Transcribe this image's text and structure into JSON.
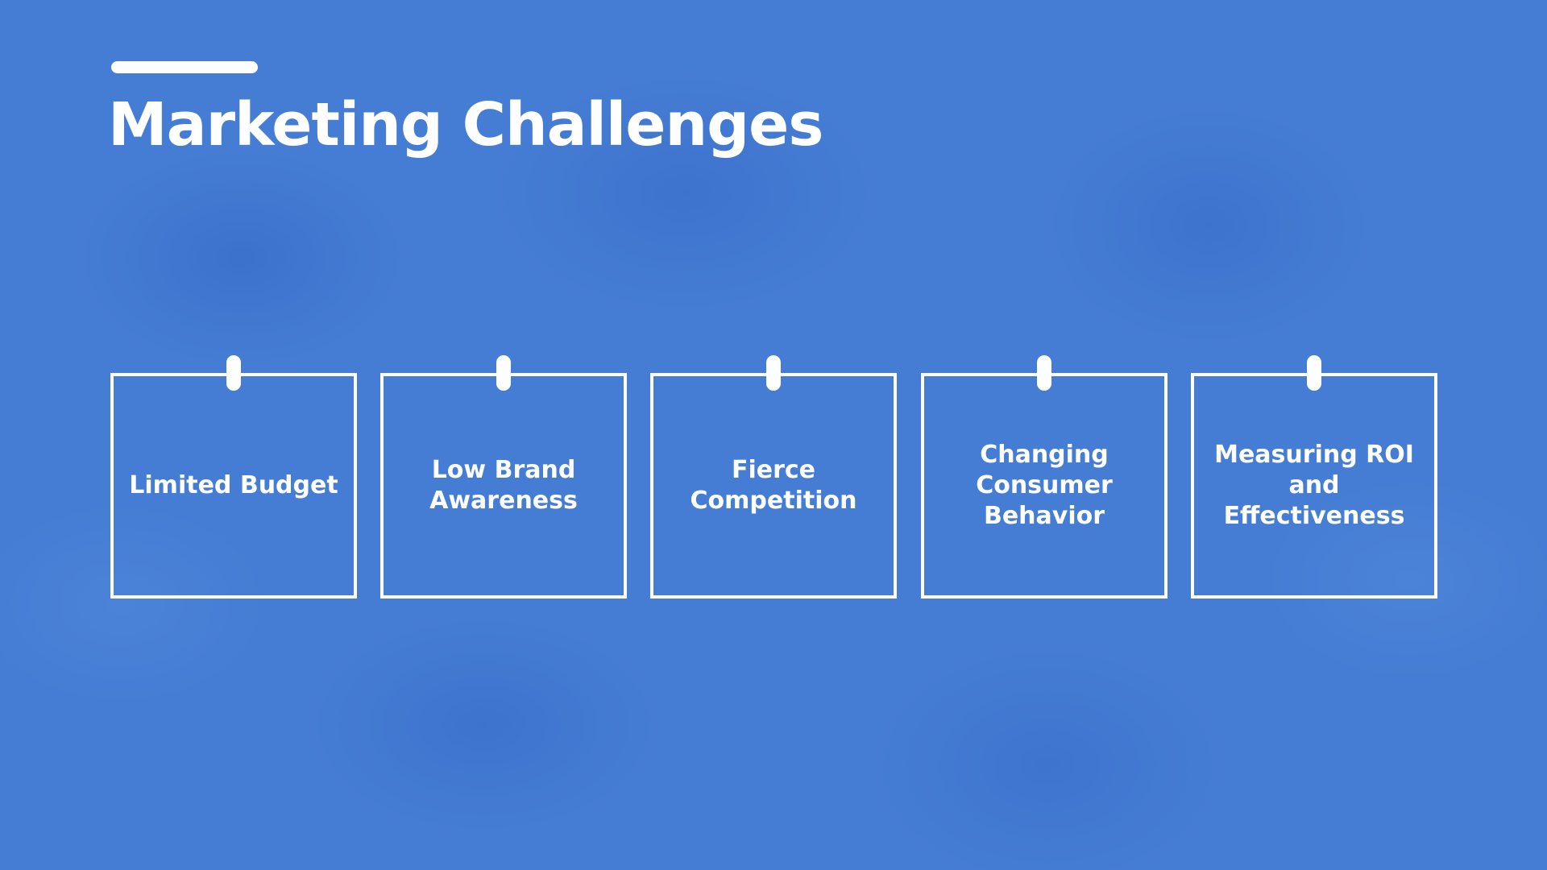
{
  "slide": {
    "title": "Marketing Challenges",
    "cards": [
      {
        "label": "Limited Budget"
      },
      {
        "label": "Low Brand Awareness"
      },
      {
        "label": "Fierce Competition"
      },
      {
        "label": "Changing Consumer Behavior"
      },
      {
        "label": "Measuring ROI and Effectiveness"
      }
    ]
  },
  "colors": {
    "background": "#467dd4",
    "foreground": "#ffffff"
  }
}
